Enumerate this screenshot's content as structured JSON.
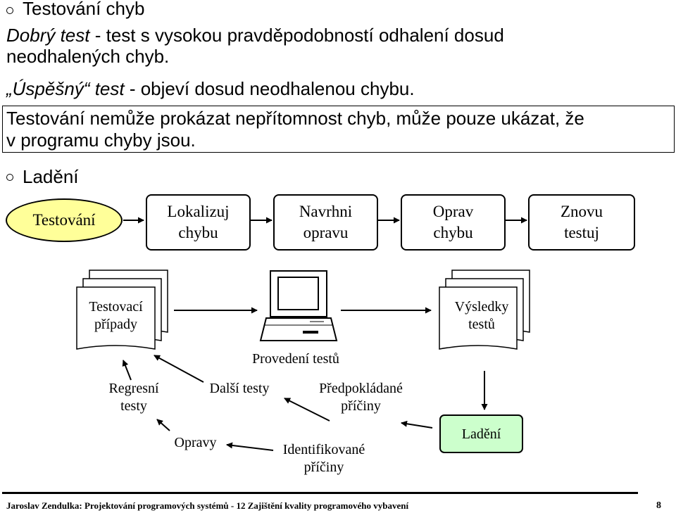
{
  "bullet1": {
    "title": "Testování chyb"
  },
  "definitions": {
    "good_term": "Dobrý test",
    "good_desc_line1": " - test s vysokou pravděpodobností odhalení dosud",
    "good_desc_line2": "neodhalených chyb.",
    "success_term": "„Úspěšný“ test",
    "success_desc": " - objeví dosud neodhalenou chybu."
  },
  "note": {
    "line1": "Testování nemůže prokázat nepřítomnost chyb, může pouze ukázat, že",
    "line2": "v programu chyby jsou."
  },
  "bullet2": {
    "title": "Ladění"
  },
  "process": {
    "start": "Testování",
    "steps": [
      "Lokalizuj\nchybu",
      "Navrhni\nopravu",
      "Oprav\nchybu",
      "Znovu\ntestuj"
    ]
  },
  "cycle": {
    "test_cases": "Testovací\npřípady",
    "results": "Výsledky\ntestů",
    "execution": "Provedení testů",
    "regression": "Regresní\ntesty",
    "more_tests": "Další testy",
    "expected_causes": "Předpokládané\npříčiny",
    "fixes": "Opravy",
    "identified_causes": "Identifikované\npříčiny",
    "debugging": "Ladění"
  },
  "colors": {
    "ellipse_fill": "#ffff99",
    "debug_fill": "#ccffcc",
    "line": "#000000"
  },
  "footer": {
    "text": "Jaroslav Zendulka: Projektování programových systémů - 12 Zajištění kvality programového vybavení",
    "page": "8"
  }
}
